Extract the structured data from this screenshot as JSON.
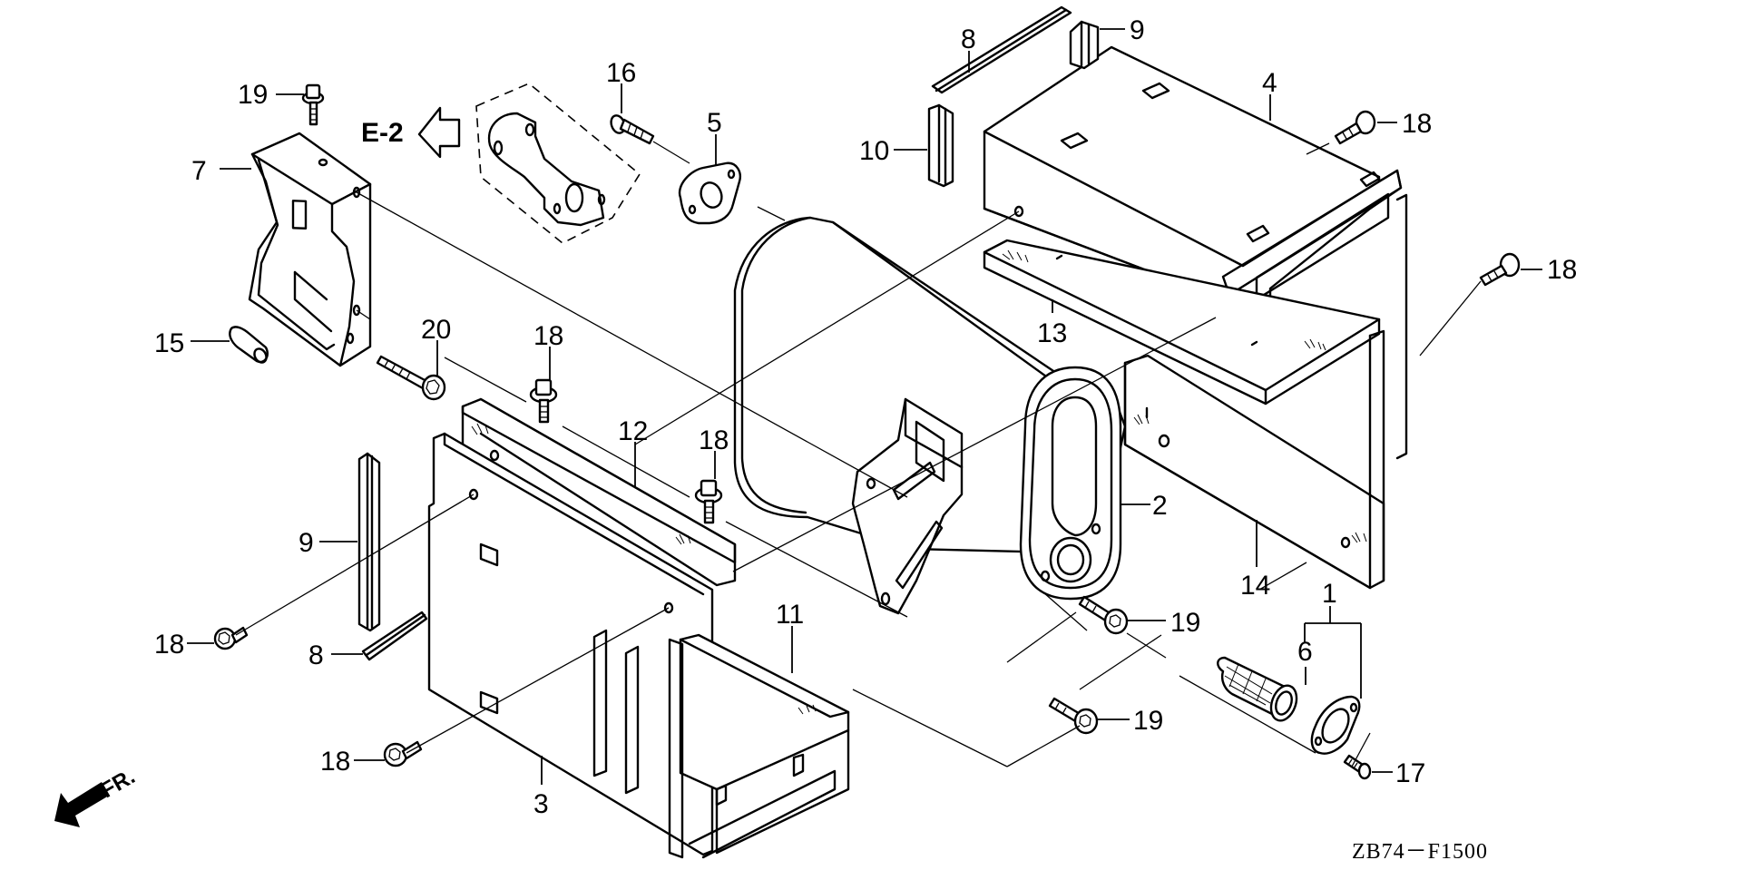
{
  "diagram": {
    "type": "exploded-parts-diagram",
    "subject": "Muffler assembly",
    "drawing_code": "ZB74－F1500",
    "reference": {
      "label": "E-2",
      "direction": "left"
    },
    "front_indicator": {
      "label": "FR.",
      "direction": "front-left"
    },
    "callouts": [
      {
        "id": "c-19-a",
        "number": "19",
        "part": "flange bolt (muffler protector)"
      },
      {
        "id": "c-16",
        "number": "16",
        "part": "flange bolt (exhaust pipe)"
      },
      {
        "id": "c-5",
        "number": "5",
        "part": "exhaust gasket"
      },
      {
        "id": "c-8-a",
        "number": "8",
        "part": "protector seal"
      },
      {
        "id": "c-9-a",
        "number": "9",
        "part": "protector seal"
      },
      {
        "id": "c-4",
        "number": "4",
        "part": "upper muffler cover"
      },
      {
        "id": "c-10",
        "number": "10",
        "part": "seal"
      },
      {
        "id": "c-18-a",
        "number": "18",
        "part": "flange bolt"
      },
      {
        "id": "c-7",
        "number": "7",
        "part": "muffler stay"
      },
      {
        "id": "c-18-b",
        "number": "18",
        "part": "flange bolt"
      },
      {
        "id": "c-13",
        "number": "13",
        "part": "heat insulator"
      },
      {
        "id": "c-15",
        "number": "15",
        "part": "collar"
      },
      {
        "id": "c-20",
        "number": "20",
        "part": "flange bolt (long)"
      },
      {
        "id": "c-18-c",
        "number": "18",
        "part": "flange bolt"
      },
      {
        "id": "c-12",
        "number": "12",
        "part": "heat insulator"
      },
      {
        "id": "c-18-d",
        "number": "18",
        "part": "flange bolt"
      },
      {
        "id": "c-2",
        "number": "2",
        "part": "muffler"
      },
      {
        "id": "c-9-b",
        "number": "9",
        "part": "protector seal"
      },
      {
        "id": "c-14",
        "number": "14",
        "part": "side muffler cover"
      },
      {
        "id": "c-1",
        "number": "1",
        "part": "spark arrester assembly"
      },
      {
        "id": "c-18-e",
        "number": "18",
        "part": "flange bolt"
      },
      {
        "id": "c-19-b",
        "number": "19",
        "part": "flange bolt"
      },
      {
        "id": "c-6",
        "number": "6",
        "part": "spark arrester screen"
      },
      {
        "id": "c-8-b",
        "number": "8",
        "part": "protector seal"
      },
      {
        "id": "c-11",
        "number": "11",
        "part": "lower muffler cover"
      },
      {
        "id": "c-19-c",
        "number": "19",
        "part": "flange bolt"
      },
      {
        "id": "c-18-f",
        "number": "18",
        "part": "flange bolt"
      },
      {
        "id": "c-3",
        "number": "3",
        "part": "front muffler cover"
      },
      {
        "id": "c-17",
        "number": "17",
        "part": "tapping screw"
      }
    ]
  }
}
